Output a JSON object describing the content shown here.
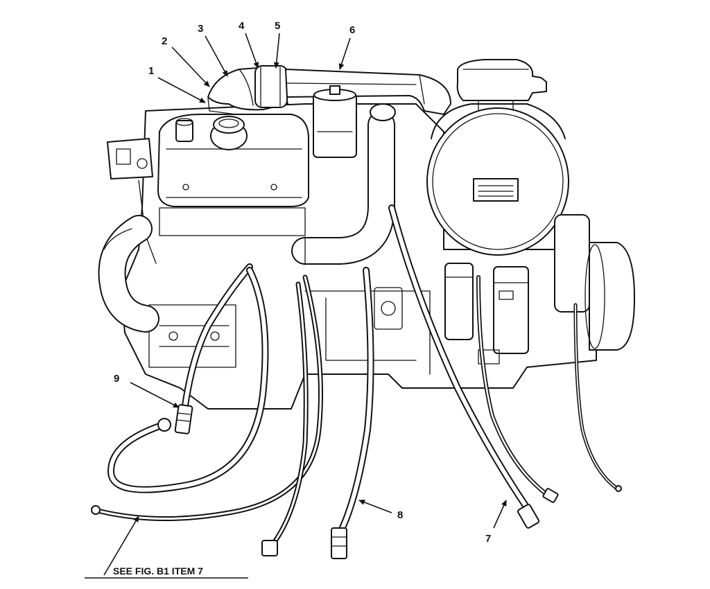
{
  "figure": {
    "callouts": [
      {
        "id": "1",
        "label": "1"
      },
      {
        "id": "2",
        "label": "2"
      },
      {
        "id": "3",
        "label": "3"
      },
      {
        "id": "4",
        "label": "4"
      },
      {
        "id": "5",
        "label": "5"
      },
      {
        "id": "6",
        "label": "6"
      },
      {
        "id": "7",
        "label": "7"
      },
      {
        "id": "8",
        "label": "8"
      },
      {
        "id": "9",
        "label": "9"
      }
    ],
    "reference_note": "SEE FIG. B1 ITEM 7"
  }
}
